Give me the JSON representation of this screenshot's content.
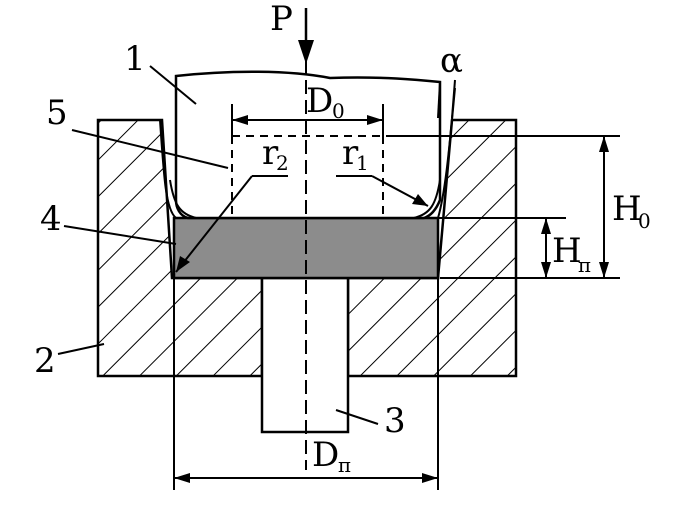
{
  "labels": {
    "force": "P",
    "angle": "α",
    "d0_main": "D",
    "d0_sub": "0",
    "r1_main": "r",
    "r1_sub": "1",
    "r2_main": "r",
    "r2_sub": "2",
    "h0_main": "H",
    "h0_sub": "0",
    "hp_main": "H",
    "hp_sub": "п",
    "dp_main": "D",
    "dp_sub": "п"
  },
  "parts": {
    "p1": "1",
    "p2": "2",
    "p3": "3",
    "p4": "4",
    "p5": "5"
  },
  "colors": {
    "line": "#000000",
    "blank_fill": "#8c8c8c",
    "background": "#ffffff"
  }
}
